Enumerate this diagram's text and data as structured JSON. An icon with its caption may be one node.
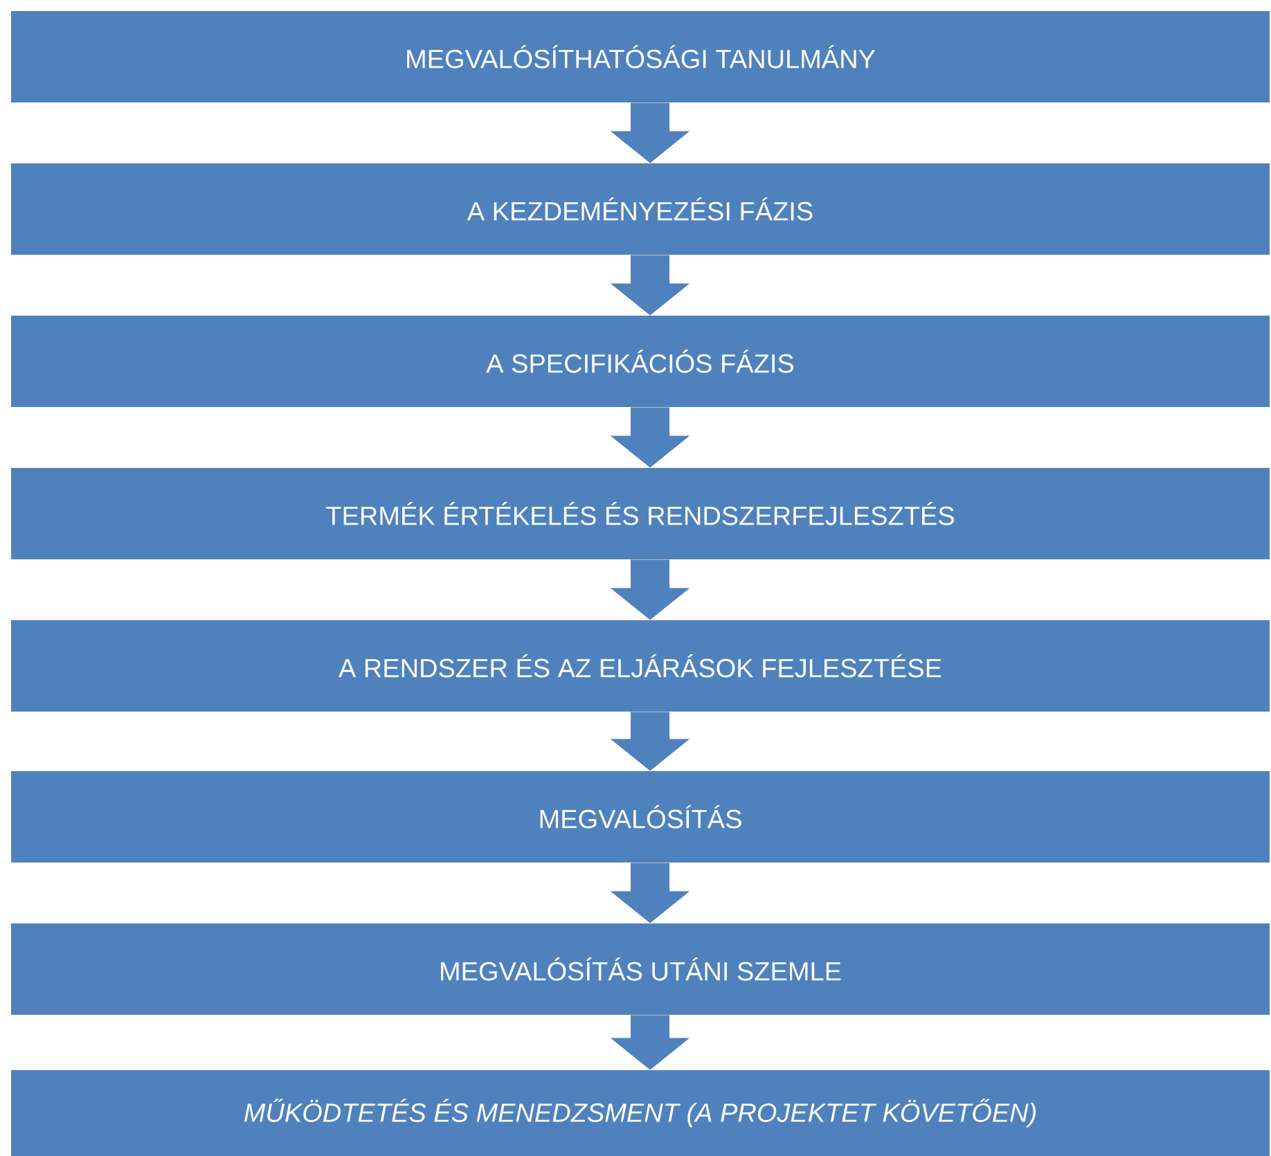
{
  "diagram": {
    "nodes": [
      {
        "text": [
          "MEGVALÓSÍTHATÓSÁGI TANULMÁNY"
        ]
      },
      {
        "text": [
          "A KEZDEMÉNYEZÉSI FÁZIS"
        ]
      },
      {
        "text": [
          "A SPECIFIKÁCIÓS FÁZIS"
        ]
      },
      {
        "text": [
          "TERMÉK ÉRTÉKELÉS ÉS RENDSZERFEJLESZTÉS"
        ]
      },
      {
        "text": [
          "A RENDSZER ÉS AZ ELJÁRÁSOK FEJLESZTÉSE"
        ]
      },
      {
        "text": [
          "MEGVALÓSÍTÁS"
        ]
      },
      {
        "text": [
          "MEGVALÓSÍTÁS UTÁNI SZEMLE"
        ]
      },
      {
        "text": [
          "MŰKÖDTETÉS ÉS MENEDZSMENT (A PROJEKTET KÖVETŐEN)"
        ]
      }
    ],
    "edges": [
      {
        "from": 0,
        "to": 1,
        "arrow": "to"
      },
      {
        "from": 1,
        "to": 2,
        "arrow": "to"
      },
      {
        "from": 2,
        "to": 3,
        "arrow": "to"
      },
      {
        "from": 3,
        "to": 4,
        "arrow": "to"
      },
      {
        "from": 4,
        "to": 5,
        "arrow": "to"
      },
      {
        "from": 5,
        "to": 6,
        "arrow": "to"
      },
      {
        "from": 6,
        "to": 7,
        "arrow": "to"
      }
    ]
  }
}
